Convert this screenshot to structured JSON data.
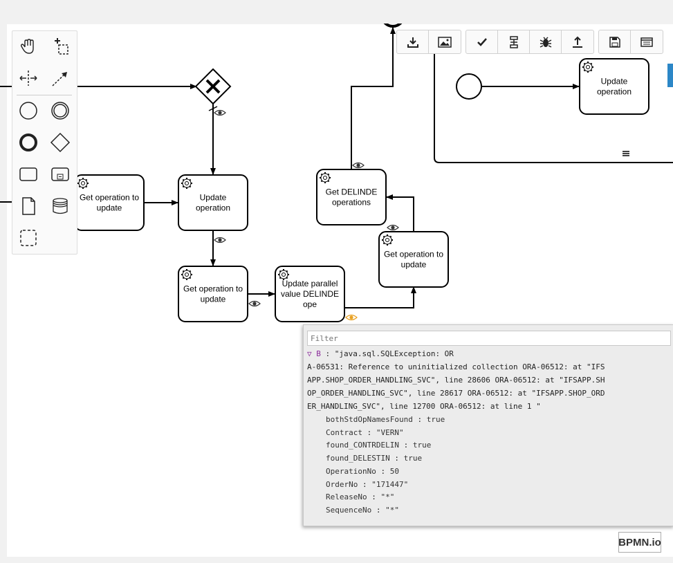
{
  "diagram": {
    "tasks": [
      {
        "label_lines": [
          "Get operation to",
          "update"
        ]
      },
      {
        "label_lines": [
          "Update",
          "operation"
        ]
      },
      {
        "label_lines": [
          "Get operation to",
          "update"
        ]
      },
      {
        "label_lines": [
          "Update parallel",
          "value DELINDE",
          "ope"
        ]
      },
      {
        "label_lines": [
          "Get DELINDE",
          "operations"
        ]
      },
      {
        "label_lines": [
          "Get operation to",
          "update"
        ]
      },
      {
        "label_lines": [
          "Update",
          "operation"
        ]
      }
    ]
  },
  "palette": {
    "tools": [
      "hand-tool",
      "lasso-tool",
      "space-tool",
      "global-connect-tool"
    ],
    "elements": [
      "start-event",
      "intermediate-event",
      "end-event",
      "gateway",
      "task",
      "subprocess",
      "data-object",
      "data-store",
      "group"
    ]
  },
  "toolbar": {
    "groups": [
      [
        "download-icon",
        "image-icon"
      ],
      [
        "check-icon",
        "distribute-icon",
        "bug-icon",
        "upload-icon"
      ],
      [
        "save-icon",
        "panel-icon"
      ]
    ]
  },
  "console": {
    "filter_placeholder": "Filter",
    "error_prefix": "▽ B",
    "error_line1": " : \"java.sql.SQLException: OR",
    "error_lines": [
      "A-06531: Reference to uninitialized collection ORA-06512: at \"IFS",
      "APP.SHOP_ORDER_HANDLING_SVC\", line 28606 ORA-06512: at \"IFSAPP.SH",
      "OP_ORDER_HANDLING_SVC\", line 28617 ORA-06512: at \"IFSAPP.SHOP_ORD",
      "ER_HANDLING_SVC\", line 12700 ORA-06512: at line 1 \""
    ],
    "properties": [
      {
        "key": "bothStdOpNamesFound",
        "value": "true"
      },
      {
        "key": "Contract",
        "value": "\"VERN\""
      },
      {
        "key": "found_CONTRDELIN",
        "value": "true"
      },
      {
        "key": "found_DELESTIN",
        "value": "true"
      },
      {
        "key": "OperationNo",
        "value": "50"
      },
      {
        "key": "OrderNo",
        "value": "\"171447\""
      },
      {
        "key": "ReleaseNo",
        "value": "\"*\""
      },
      {
        "key": "SequenceNo",
        "value": "\"*\""
      }
    ]
  },
  "logo": {
    "text": "BPMN.io"
  }
}
